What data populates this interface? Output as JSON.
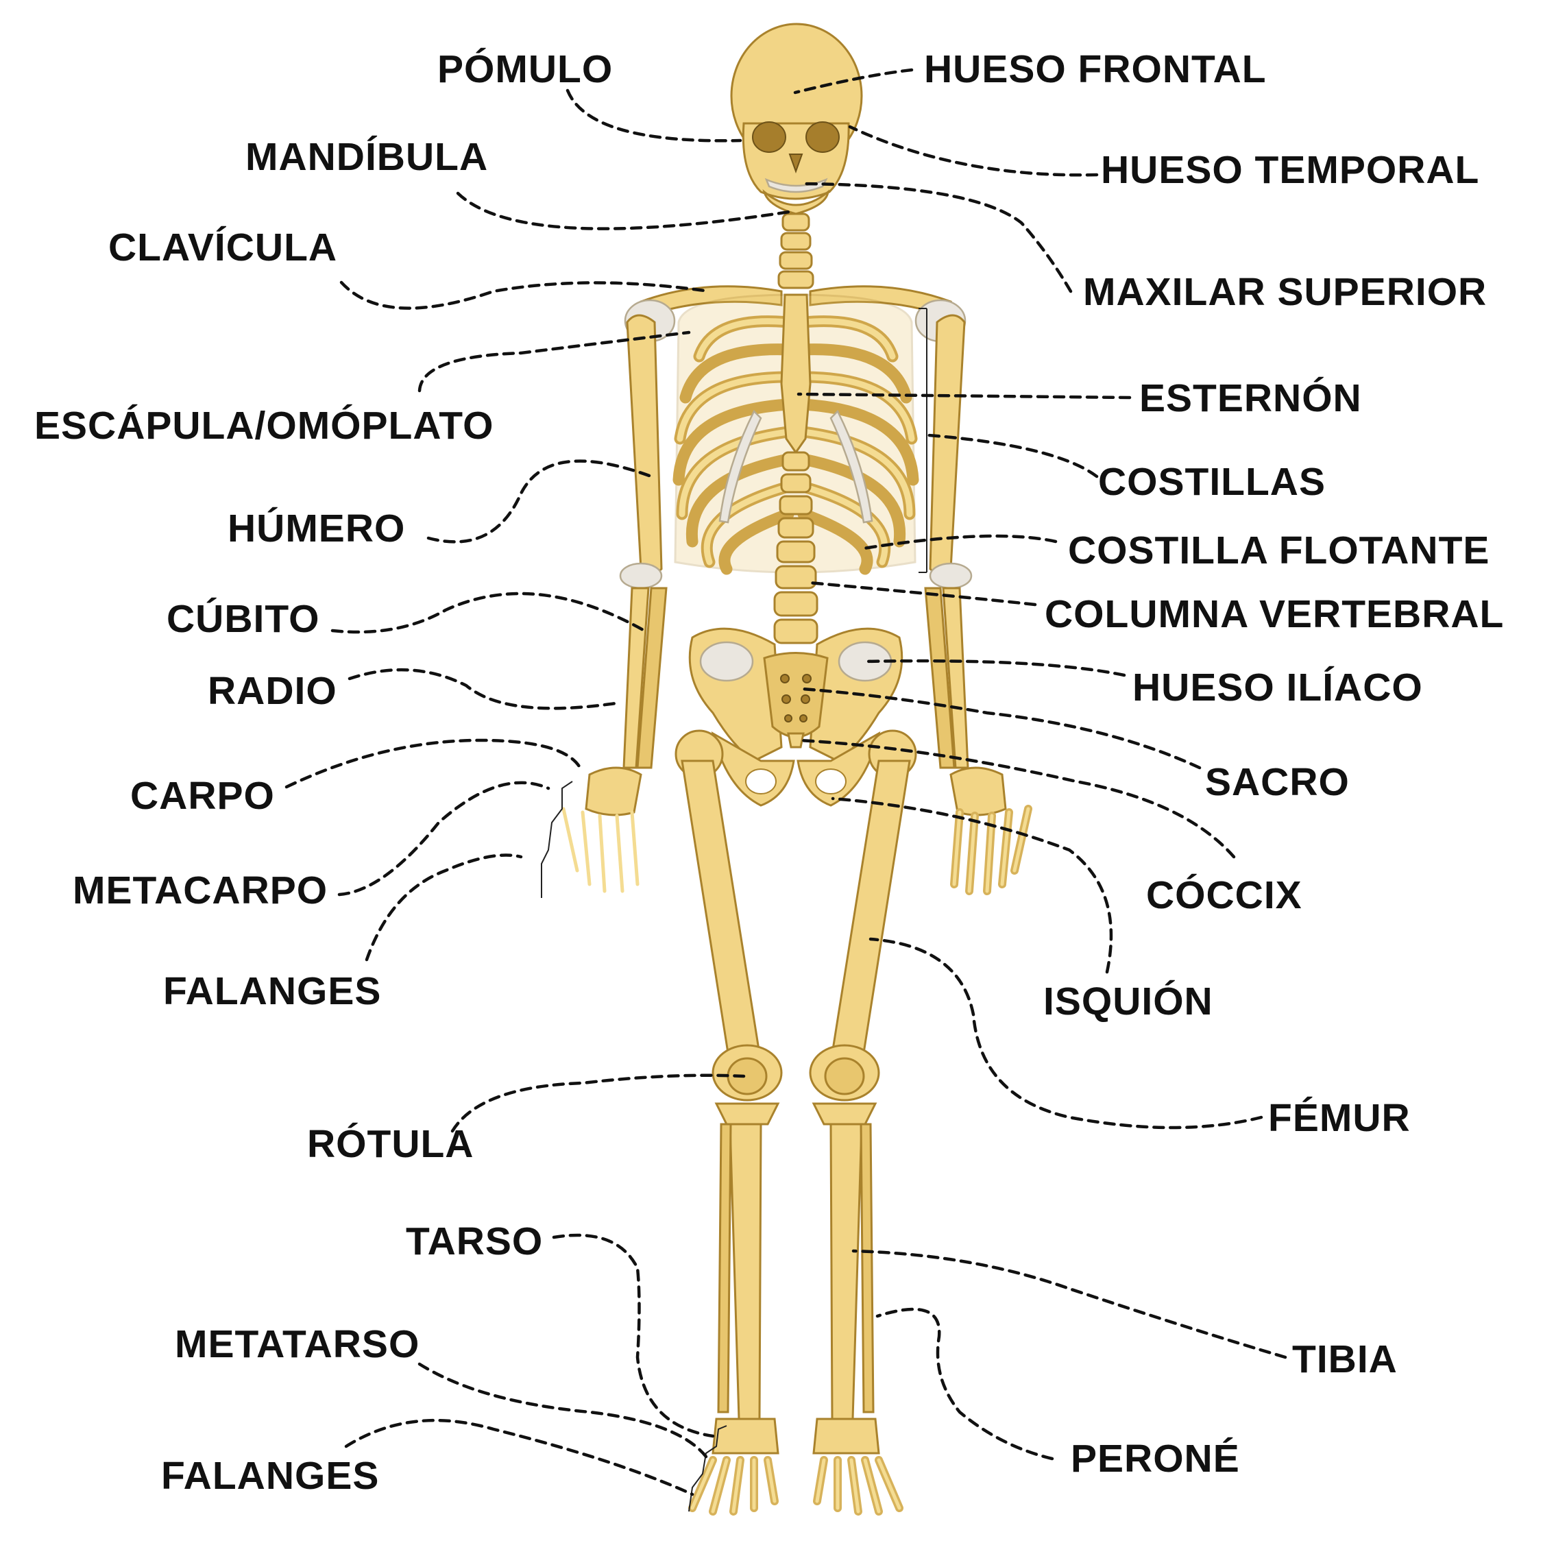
{
  "labels": {
    "pomulo": "PÓMULO",
    "hueso_frontal": "HUESO FRONTAL",
    "mandibula": "MANDÍBULA",
    "hueso_temporal": "HUESO TEMPORAL",
    "clavicula": "CLAVÍCULA",
    "maxilar_superior": "MAXILAR SUPERIOR",
    "escapula": "ESCÁPULA/OMÓPLATO",
    "esternon": "ESTERNÓN",
    "costillas": "COSTILLAS",
    "humero": "HÚMERO",
    "costilla_flotante": "COSTILLA FLOTANTE",
    "cubito": "CÚBITO",
    "columna_vertebral": "COLUMNA VERTEBRAL",
    "radio": "RADIO",
    "hueso_iliaco": "HUESO ILÍACO",
    "carpo": "CARPO",
    "sacro": "SACRO",
    "metacarpo": "METACARPO",
    "coccix": "CÓCCIX",
    "falanges_mano": "FALANGES",
    "isquion": "ISQUIÓN",
    "femur": "FÉMUR",
    "rotula": "RÓTULA",
    "tarso": "TARSO",
    "tibia": "TIBIA",
    "metatarso": "METATARSO",
    "perone": "PERONÉ",
    "falanges_pie": "FALANGES"
  },
  "colors": {
    "bone": "#f2d586",
    "bone_outline": "#a9822c",
    "cartilage": "#eae6df",
    "text": "#111111",
    "background": "#ffffff"
  }
}
